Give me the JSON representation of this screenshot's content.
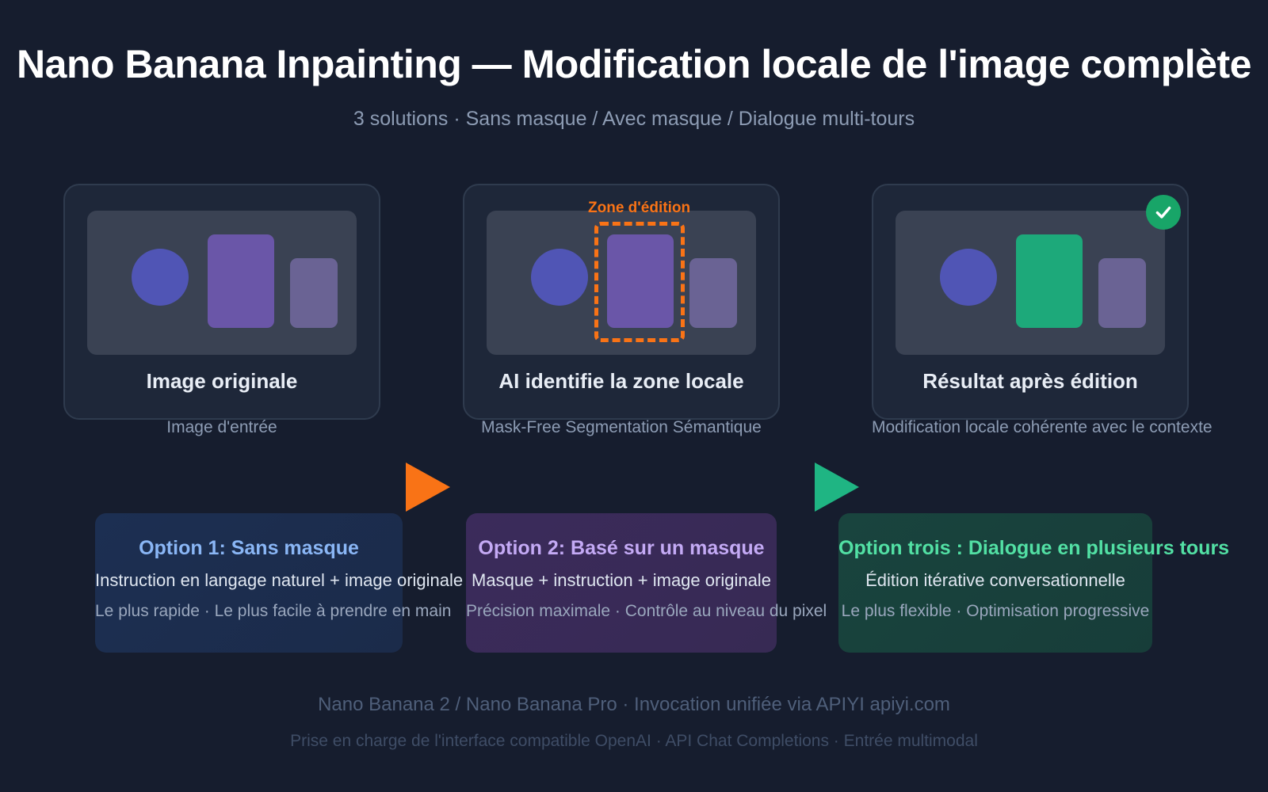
{
  "header": {
    "title": "Nano Banana Inpainting — Modification locale de l'image complète",
    "subtitle": "3 solutions · Sans masque / Avec masque / Dialogue multi-tours"
  },
  "flow": {
    "cards": [
      {
        "title": "Image originale",
        "caption": "Image d'entrée",
        "badge": null,
        "zone_label": null
      },
      {
        "title": "AI identifie la zone locale",
        "caption": "Mask-Free Segmentation Sémantique",
        "badge": null,
        "zone_label": "Zone d'édition"
      },
      {
        "title": "Résultat après édition",
        "caption": "Modification locale cohérente avec le contexte",
        "badge": "check-icon",
        "zone_label": null
      }
    ],
    "arrows": [
      {
        "name": "arrow-1",
        "color": "#f97316"
      },
      {
        "name": "arrow-2",
        "color": "#1fb583"
      }
    ]
  },
  "options": [
    {
      "title": "Option 1: Sans masque",
      "title_color": "#8ab6f5",
      "line1": "Instruction en langage naturel + image originale",
      "line2": "Le plus rapide · Le plus facile à prendre en main"
    },
    {
      "title": "Option 2: Basé sur un masque",
      "title_color": "#c4aaf5",
      "line1": "Masque + instruction + image originale",
      "line2": "Précision maximale · Contrôle au niveau du pixel"
    },
    {
      "title": "Option trois : Dialogue en plusieurs tours",
      "title_color": "#52e0a4",
      "line1": "Édition itérative conversationnelle",
      "line2": "Le plus flexible · Optimisation progressive"
    }
  ],
  "footer": {
    "line1": "Nano Banana 2 / Nano Banana Pro · Invocation unifiée via APIYI apiyi.com",
    "line2": "Prise en charge de l'interface compatible OpenAI · API Chat Completions · Entrée multimodal"
  },
  "colors": {
    "page_background": "#161d2e",
    "card_background": "#1e2739",
    "card_border": "#2f3b4e",
    "thumb_background": "#3a4253",
    "shape_circle": "#5055b5",
    "shape_rect_big": "#6a56a8",
    "shape_rect_big_edited": "#1da97a",
    "shape_rect_small": "#6a6394",
    "accent_orange": "#f97316",
    "accent_green": "#1fb583",
    "badge_green": "#18a568"
  }
}
